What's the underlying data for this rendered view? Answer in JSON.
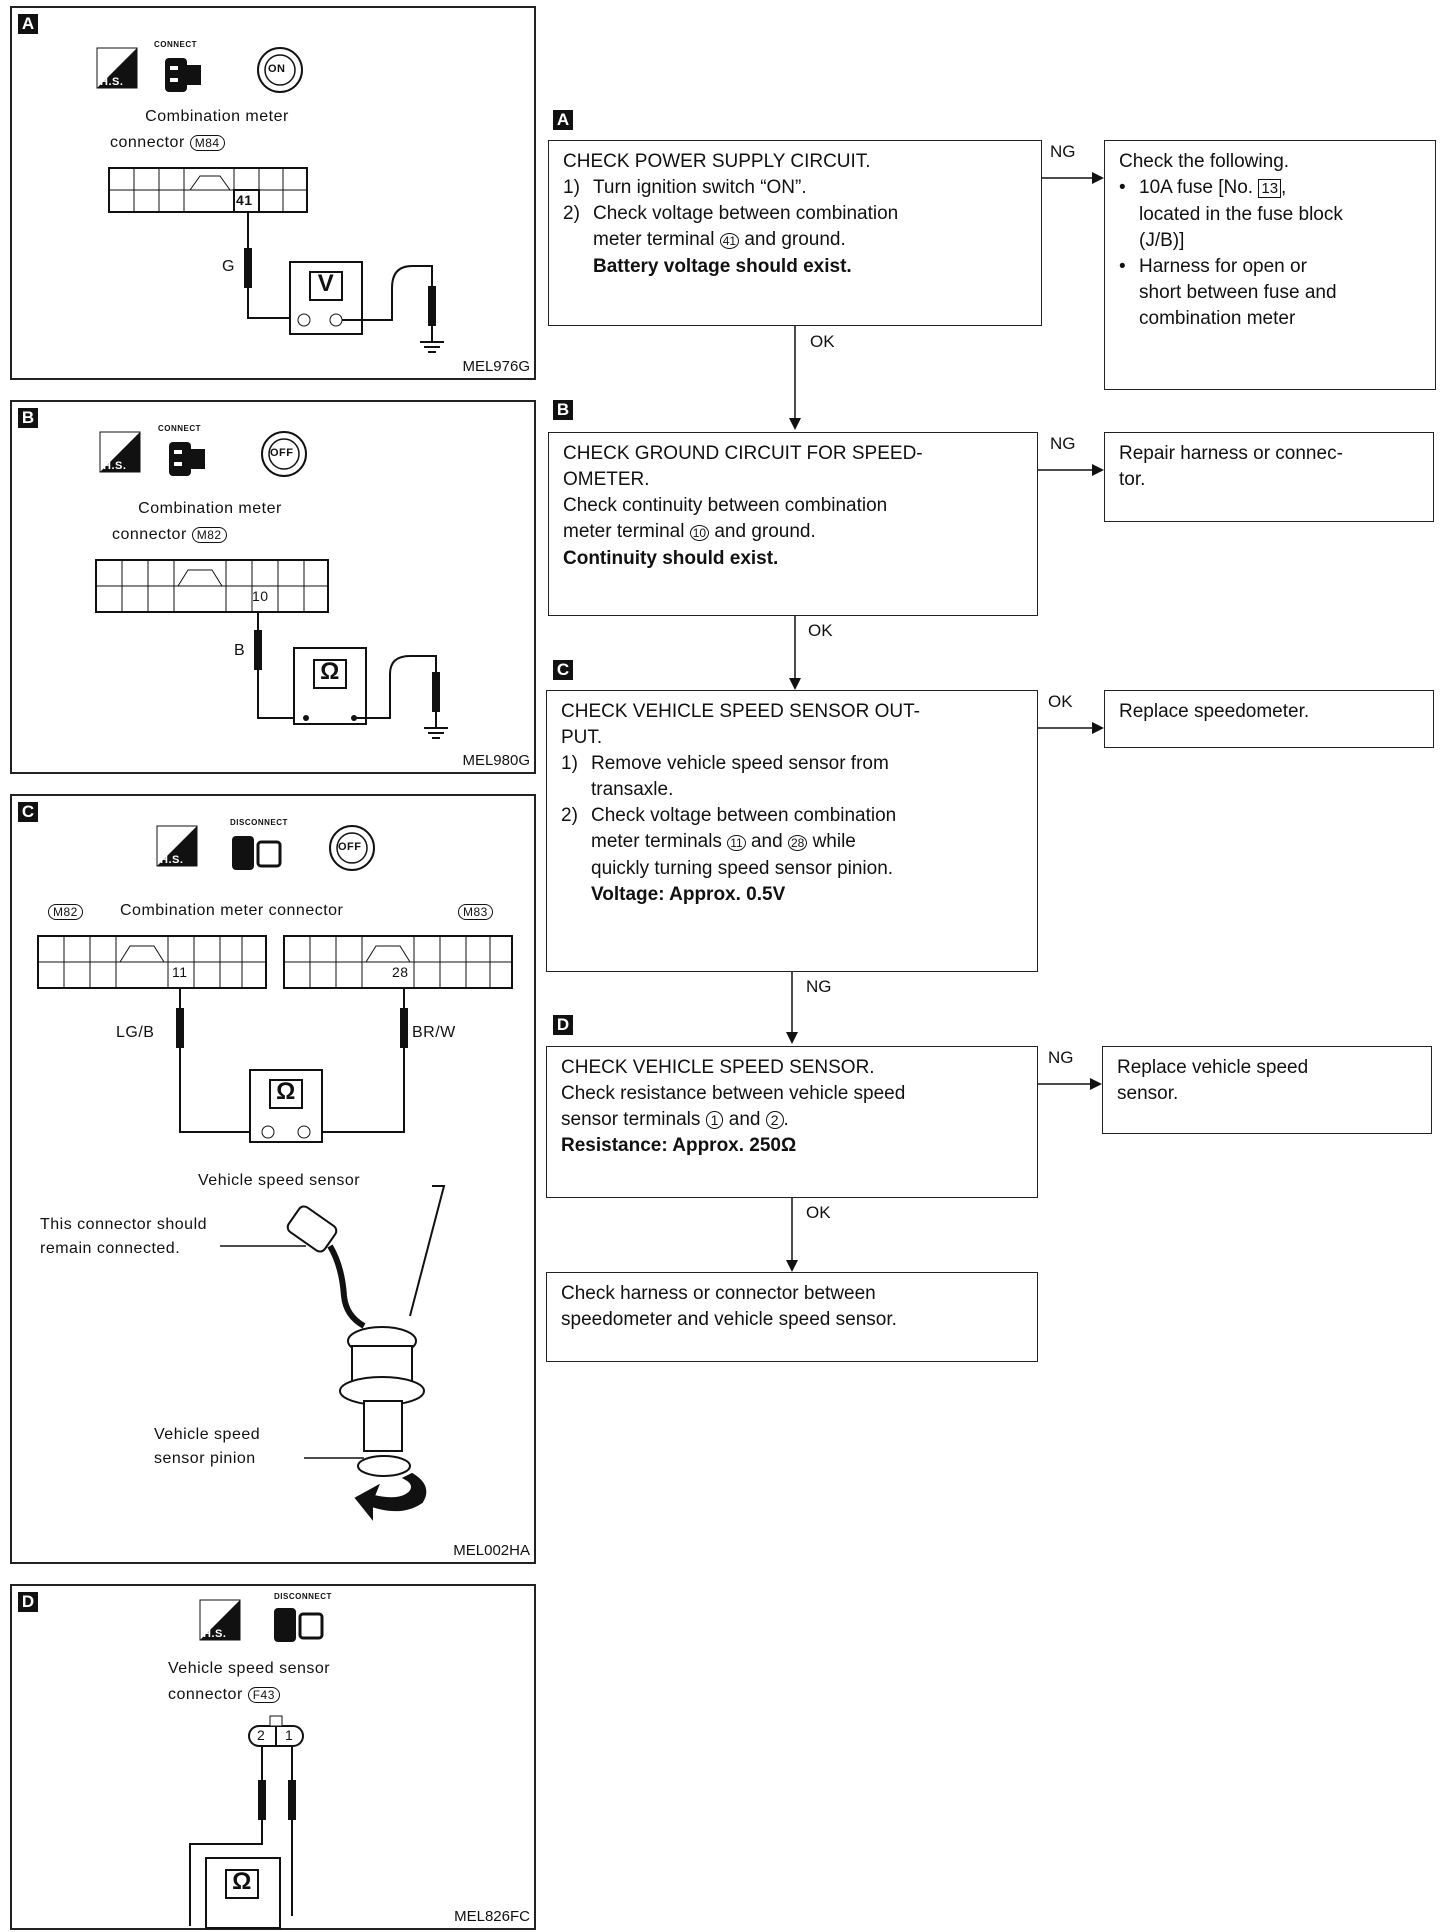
{
  "panels": {
    "a": {
      "tag": "A",
      "code": "MEL976G",
      "label1": "Combination meter",
      "label2": "connector",
      "conn": "M84",
      "pin": "41",
      "wire": "G",
      "meter": "V",
      "icon_top": "CONNECT",
      "key": "ON",
      "hs": "H.S."
    },
    "b": {
      "tag": "B",
      "code": "MEL980G",
      "label1": "Combination meter",
      "label2": "connector",
      "conn": "M82",
      "pin": "10",
      "wire": "B",
      "meter": "Ω",
      "icon_top": "CONNECT",
      "key": "OFF",
      "hs": "H.S."
    },
    "c": {
      "tag": "C",
      "code": "MEL002HA",
      "label": "Combination meter connector",
      "conn_left": "M82",
      "conn_right": "M83",
      "pin_left": "11",
      "pin_right": "28",
      "wire_left": "LG/B",
      "wire_right": "BR/W",
      "meter": "Ω",
      "icon_top": "DISCONNECT",
      "key": "OFF",
      "hs": "H.S.",
      "vss_label": "Vehicle speed sensor",
      "note1": "This connector should",
      "note2": "remain connected.",
      "pinion1": "Vehicle speed",
      "pinion2": "sensor pinion"
    },
    "d": {
      "tag": "D",
      "code": "MEL826FC",
      "label1": "Vehicle speed sensor",
      "label2": "connector",
      "conn": "F43",
      "pin1": "2",
      "pin2": "1",
      "meter": "Ω",
      "icon_top": "DISCONNECT",
      "hs": "H.S."
    }
  },
  "flow": {
    "tags": [
      "A",
      "B",
      "C",
      "D"
    ],
    "step_a": {
      "title": "CHECK POWER SUPPLY CIRCUIT.",
      "n1": "1)",
      "l1": "Turn ignition switch “ON”.",
      "n2": "2)",
      "l2": "Check voltage between combination",
      "l3a": "meter terminal",
      "term": "41",
      "l3b": "and ground.",
      "bold": "Battery voltage should exist."
    },
    "ng_a": {
      "title": "Check the following.",
      "bullet": "•",
      "i1a": "10A fuse [No.",
      "fuse": "13",
      "i1b": ",",
      "i1c": "located in the fuse block",
      "i1d": "(J/B)]",
      "i2a": "Harness for open or",
      "i2b": "short between fuse and",
      "i2c": "combination meter"
    },
    "step_b": {
      "l1": "CHECK GROUND CIRCUIT FOR SPEED-",
      "l2": "OMETER.",
      "l3": "Check continuity between combination",
      "l4a": "meter terminal",
      "term": "10",
      "l4b": "and ground.",
      "bold": "Continuity should exist."
    },
    "ng_b": {
      "l1": "Repair harness or connec-",
      "l2": "tor."
    },
    "step_c": {
      "l1": "CHECK VEHICLE SPEED SENSOR OUT-",
      "l2": "PUT.",
      "n1": "1)",
      "i1a": "Remove vehicle speed sensor from",
      "i1b": "transaxle.",
      "n2": "2)",
      "i2a": "Check voltage between combination",
      "i2b1": "meter terminals",
      "t1": "11",
      "i2b2": "and",
      "t2": "28",
      "i2b3": "while",
      "i2c": "quickly turning speed sensor pinion.",
      "bold": "Voltage: Approx. 0.5V"
    },
    "ok_c": {
      "l1": "Replace speedometer."
    },
    "step_d": {
      "l1": "CHECK VEHICLE SPEED SENSOR.",
      "l2": "Check resistance between vehicle speed",
      "l3a": "sensor terminals",
      "t1": "1",
      "l3b": "and",
      "t2": "2",
      "l3c": ".",
      "bold": "Resistance: Approx. 250Ω"
    },
    "ng_d": {
      "l1": "Replace vehicle speed",
      "l2": "sensor."
    },
    "final": {
      "l1": "Check harness or connector between",
      "l2": "speedometer and vehicle speed sensor."
    },
    "labels": {
      "ng": "NG",
      "ok": "OK"
    }
  }
}
